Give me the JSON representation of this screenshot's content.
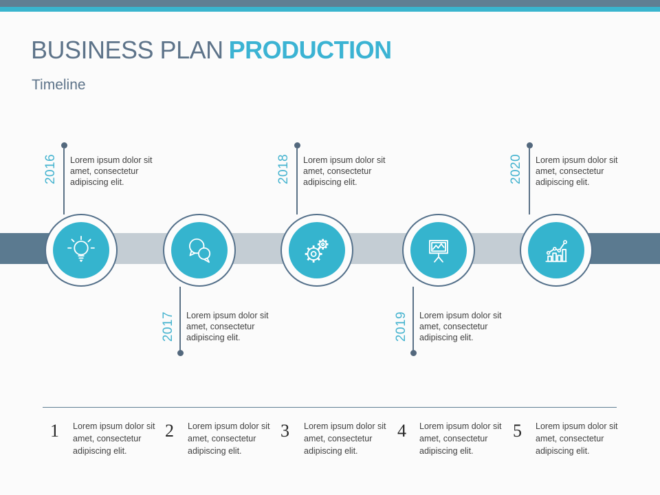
{
  "header": {
    "title_primary": "BUSINESS PLAN",
    "title_accent": "PRODUCTION",
    "subtitle": "Timeline"
  },
  "theme": {
    "accent_teal": "#35b4ce",
    "slate_bar": "#5f7e93",
    "band_light": "#c4cdd4",
    "band_dark": "#5b7a90",
    "year_color": "#45b3cf",
    "body_text": "#3f3f3f"
  },
  "timeline": {
    "milestones": [
      {
        "year": "2016",
        "side": "above",
        "icon": "lightbulb-icon",
        "text": "Lorem ipsum dolor sit amet, consectetur adipiscing elit."
      },
      {
        "year": "2017",
        "side": "below",
        "icon": "speech-bubbles-icon",
        "text": "Lorem ipsum dolor sit amet, consectetur adipiscing elit."
      },
      {
        "year": "2018",
        "side": "above",
        "icon": "gears-icon",
        "text": "Lorem ipsum dolor sit amet, consectetur adipiscing elit."
      },
      {
        "year": "2019",
        "side": "below",
        "icon": "presentation-chart-icon",
        "text": "Lorem ipsum dolor sit amet, consectetur adipiscing elit."
      },
      {
        "year": "2020",
        "side": "above",
        "icon": "growth-chart-icon",
        "text": "Lorem ipsum dolor sit amet, consectetur adipiscing elit."
      }
    ]
  },
  "footer": {
    "items": [
      {
        "number": "1",
        "text": "Lorem ipsum dolor sit amet, consectetur adipiscing elit."
      },
      {
        "number": "2",
        "text": "Lorem ipsum dolor sit amet, consectetur adipiscing elit."
      },
      {
        "number": "3",
        "text": "Lorem ipsum dolor sit amet, consectetur adipiscing elit."
      },
      {
        "number": "4",
        "text": "Lorem ipsum dolor sit amet, consectetur adipiscing elit."
      },
      {
        "number": "5",
        "text": "Lorem ipsum dolor sit amet, consectetur adipiscing elit."
      }
    ]
  }
}
